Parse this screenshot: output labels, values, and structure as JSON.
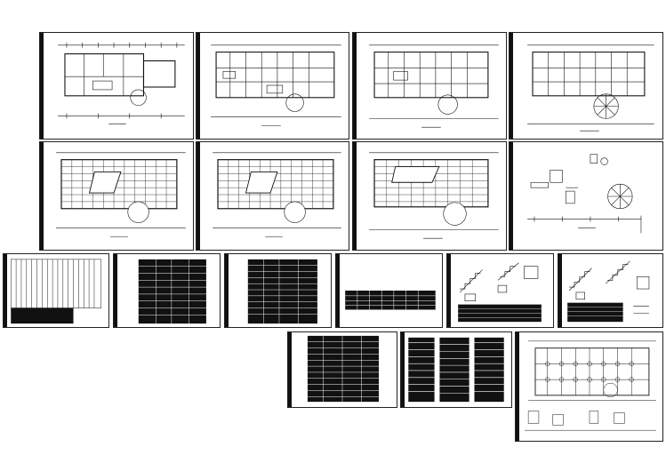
{
  "drawing_set": {
    "sheets": [
      {
        "id": "s1",
        "kind": "floor-plan",
        "density": "light"
      },
      {
        "id": "s2",
        "kind": "floor-plan",
        "density": "medium"
      },
      {
        "id": "s3",
        "kind": "floor-plan",
        "density": "medium"
      },
      {
        "id": "s4",
        "kind": "floor-plan",
        "density": "medium"
      },
      {
        "id": "s5",
        "kind": "floor-plan",
        "density": "heavy"
      },
      {
        "id": "s6",
        "kind": "floor-plan",
        "density": "heavy"
      },
      {
        "id": "s7",
        "kind": "floor-plan",
        "density": "heavy"
      },
      {
        "id": "s8",
        "kind": "detail",
        "density": "light"
      },
      {
        "id": "s9",
        "kind": "table",
        "density": "light"
      },
      {
        "id": "s10",
        "kind": "table",
        "density": "heavy"
      },
      {
        "id": "s11",
        "kind": "table",
        "density": "heavy"
      },
      {
        "id": "s12",
        "kind": "table",
        "density": "light"
      },
      {
        "id": "s13",
        "kind": "stair-detail",
        "density": "medium"
      },
      {
        "id": "s14",
        "kind": "stair-detail",
        "density": "medium"
      },
      {
        "id": "s15",
        "kind": "table",
        "density": "heavy"
      },
      {
        "id": "s16",
        "kind": "notes",
        "density": "heavy"
      },
      {
        "id": "s17",
        "kind": "foundation-plan",
        "density": "medium"
      }
    ]
  },
  "colors": {
    "paper": "#ffffff",
    "ink": "#111111",
    "title_block": "#111111"
  }
}
